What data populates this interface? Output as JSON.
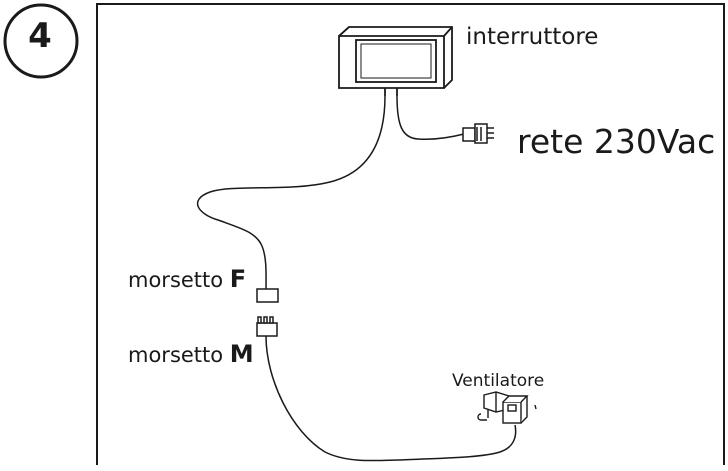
{
  "step_number": "4",
  "labels": {
    "switch": "interruttore",
    "mains": "rete 230Vac",
    "terminal_f_prefix": "morsetto ",
    "terminal_f_letter": "F",
    "terminal_m_prefix": "morsetto ",
    "terminal_m_letter": "M",
    "fan": "Ventilatore"
  },
  "icons": {
    "switch": "switch-box-icon",
    "mains_plug": "plug-icon",
    "terminal_f": "terminal-block-icon",
    "terminal_m": "terminal-block-icon",
    "fan": "fan-unit-icon"
  },
  "colors": {
    "line": "#1a1a1a",
    "background": "#ffffff"
  }
}
